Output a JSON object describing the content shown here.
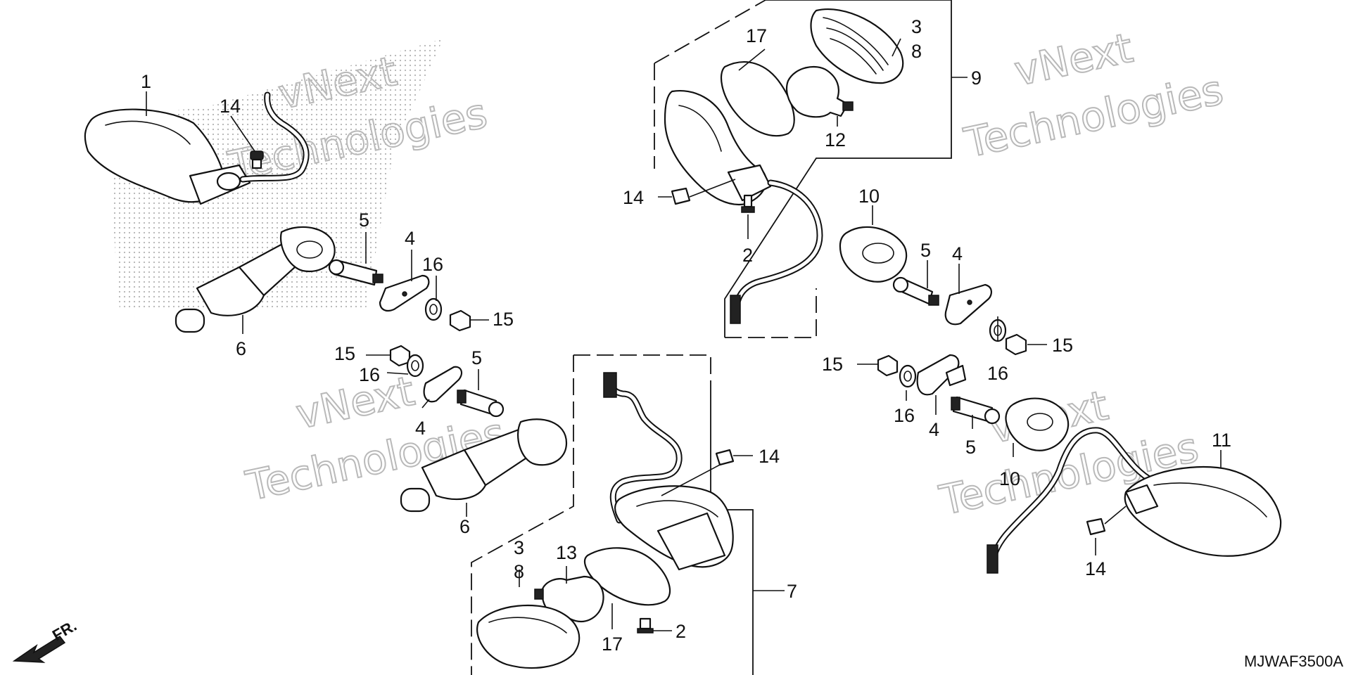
{
  "diagram": {
    "part_numbers": [
      "1",
      "2",
      "3",
      "4",
      "5",
      "6",
      "7",
      "8",
      "9",
      "10",
      "11",
      "12",
      "13",
      "14",
      "15",
      "16",
      "17"
    ],
    "drawing_code": "MJWAF3500A",
    "direction_label": "FR.",
    "watermark_line1": "vNext",
    "watermark_line2": "Technologies"
  }
}
